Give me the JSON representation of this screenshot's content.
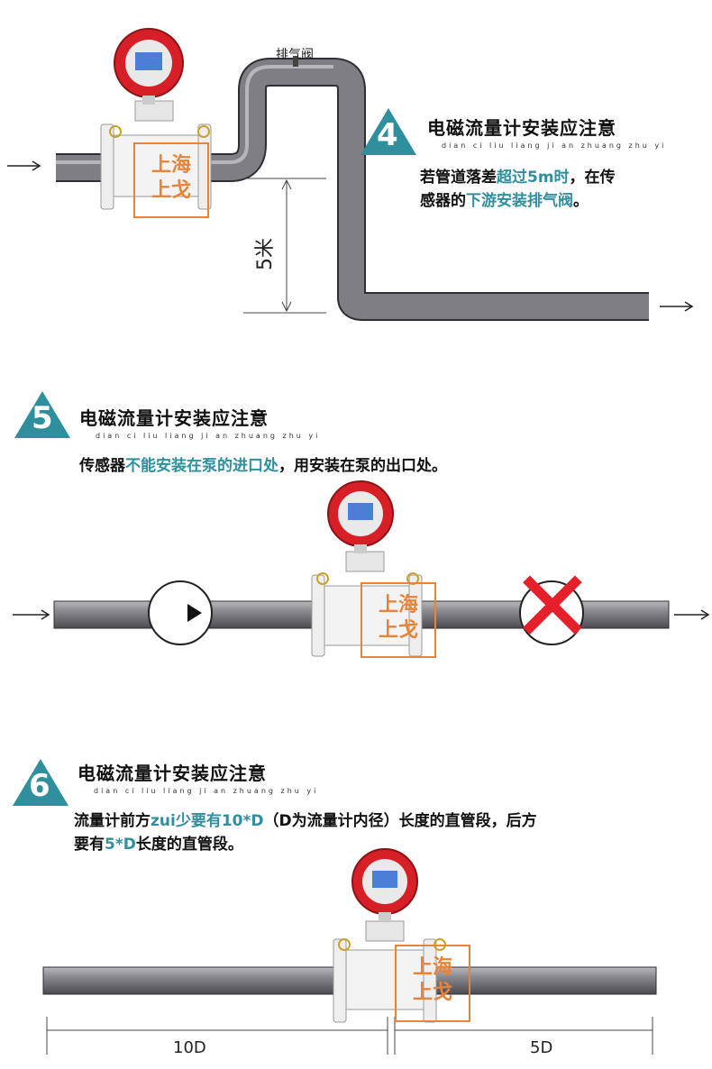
{
  "colors": {
    "accent_teal": "#2f8f9d",
    "watermark_orange": "#e8833a",
    "cross_red": "#e5202a",
    "pipe": "#7e7e84"
  },
  "watermark": {
    "line1": "上海",
    "line2": "上戈"
  },
  "section4": {
    "number": "4",
    "title": "电磁流量计安装应注意",
    "pinyin": "dian ci liu liang ji an zhuang zhu yi",
    "text_l1_a": "若管道落差",
    "text_l1_hl": "超过5m时",
    "text_l1_b": "，在传",
    "text_l2_a": "感器的",
    "text_l2_hl": "下游安装排气阀",
    "text_l2_b": "。",
    "valve_label": "排气阀",
    "height_label": "5米"
  },
  "section5": {
    "number": "5",
    "title": "电磁流量计安装应注意",
    "pinyin": "dian ci liu liang ji an zhuang zhu yi",
    "text_a": "传感器",
    "text_hl": "不能安装在泵的进口处",
    "text_b": "，用安装在泵的出口处。"
  },
  "section6": {
    "number": "6",
    "title": "电磁流量计安装应注意",
    "pinyin": "dian ci liu liang ji an zhuang zhu yi",
    "text_l1_a": "流量计前方",
    "text_l1_hl": "zui少要有10*D",
    "text_l1_b": "（D为流量计内径）长度的直管段，后方",
    "text_l2_a": "要有",
    "text_l2_hl": "5*D",
    "text_l2_b": "长度的直管段。",
    "dim_left": "10D",
    "dim_right": "5D"
  }
}
